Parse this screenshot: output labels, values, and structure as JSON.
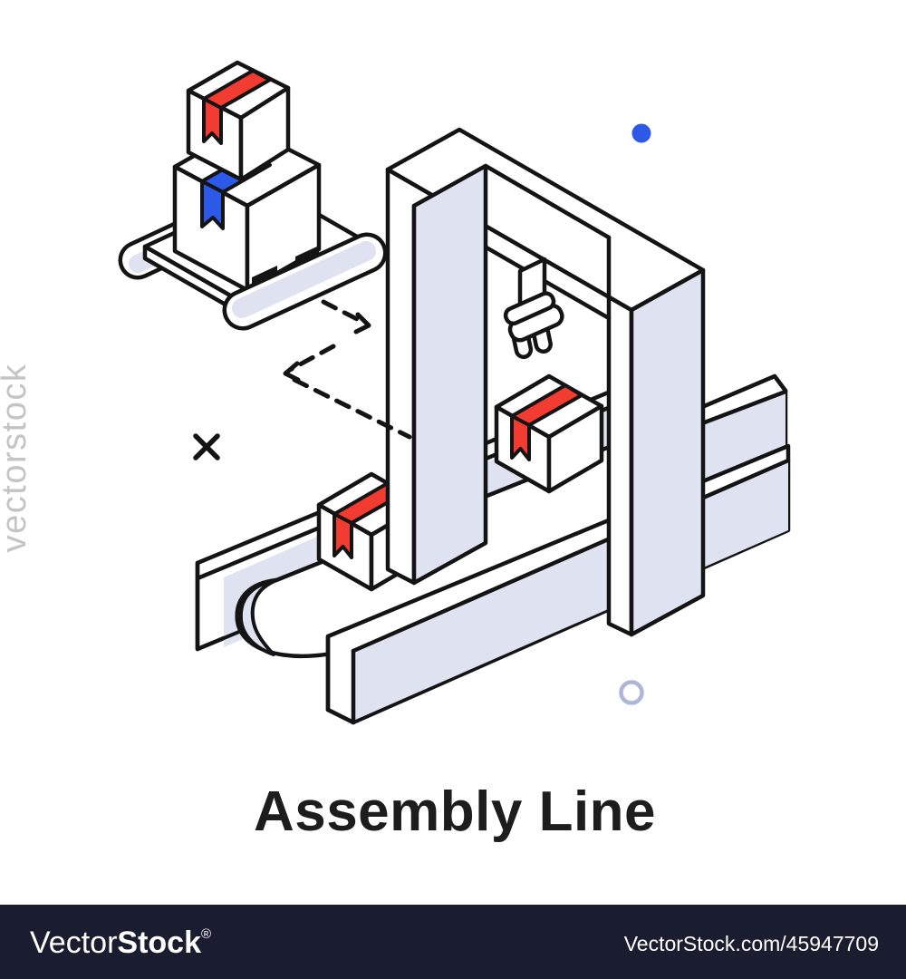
{
  "image": {
    "title": "Assembly Line",
    "subject": "isometric assembly line illustration: pallet with two taped parcel boxes, dashed transfer path, gantry frame with hanging plug-style gripper, conveyor belt carrying two taped boxes"
  },
  "watermark": {
    "vertical_text": "vectorstock",
    "brand_normal": "Vector",
    "brand_bold": "Stock",
    "registered_mark": "®",
    "url": "VectorStock.com/45947709"
  },
  "icons": {
    "blue_dot": "decorative filled dot",
    "circle_outline": "decorative ring",
    "x_mark": "decorative cross",
    "plug_gripper": "two-prong plug hanging from gantry"
  },
  "colors": {
    "ink": "#141414",
    "red": "#f23b31",
    "blue": "#2d59e9",
    "lavender": "#dee2f1",
    "navy": "#1a1c30",
    "circle": "#aeb7d8",
    "watermark-grey": "#c4c4c4",
    "title-ink": "#1d1d1d"
  }
}
